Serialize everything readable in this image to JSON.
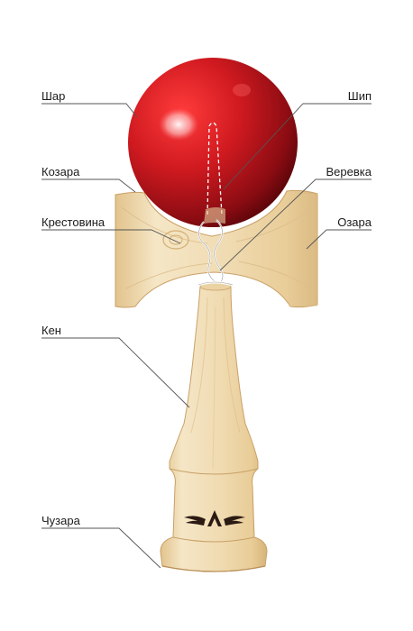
{
  "labels": {
    "shar": "Шар",
    "kozara": "Козара",
    "krestovina": "Крестовина",
    "ken": "Кен",
    "chuzara": "Чузара",
    "ship": "Шип",
    "verevka": "Веревка",
    "ozara": "Озара"
  },
  "colors": {
    "ball": "#c4161c",
    "ball_dark": "#7a0a0f",
    "wood_light": "#f3e2c0",
    "wood_mid": "#e6c994",
    "wood_dark": "#c9a066",
    "line": "#555555",
    "string": "#f2f2f2"
  },
  "icons": {
    "logo": "winged-a-logo"
  }
}
